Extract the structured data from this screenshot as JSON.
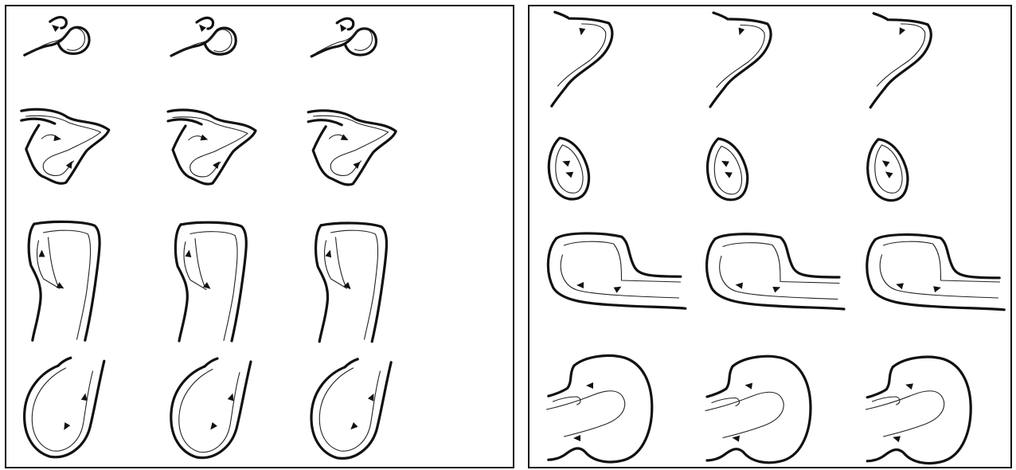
{
  "figure": {
    "panels": [
      {
        "id": "left",
        "rows": [
          {
            "shape": "loop-hook",
            "columns": 3
          },
          {
            "shape": "arrowhead-lobe",
            "columns": 3
          },
          {
            "shape": "upright-channel",
            "columns": 3
          },
          {
            "shape": "sac-bulb",
            "columns": 3
          }
        ]
      },
      {
        "id": "right",
        "rows": [
          {
            "shape": "arc-tube",
            "columns": 3
          },
          {
            "shape": "small-oval",
            "columns": 3
          },
          {
            "shape": "side-pocket",
            "columns": 3
          },
          {
            "shape": "round-cavity",
            "columns": 3
          }
        ]
      }
    ],
    "colors": {
      "line": "#111111",
      "background": "#ffffff"
    }
  }
}
